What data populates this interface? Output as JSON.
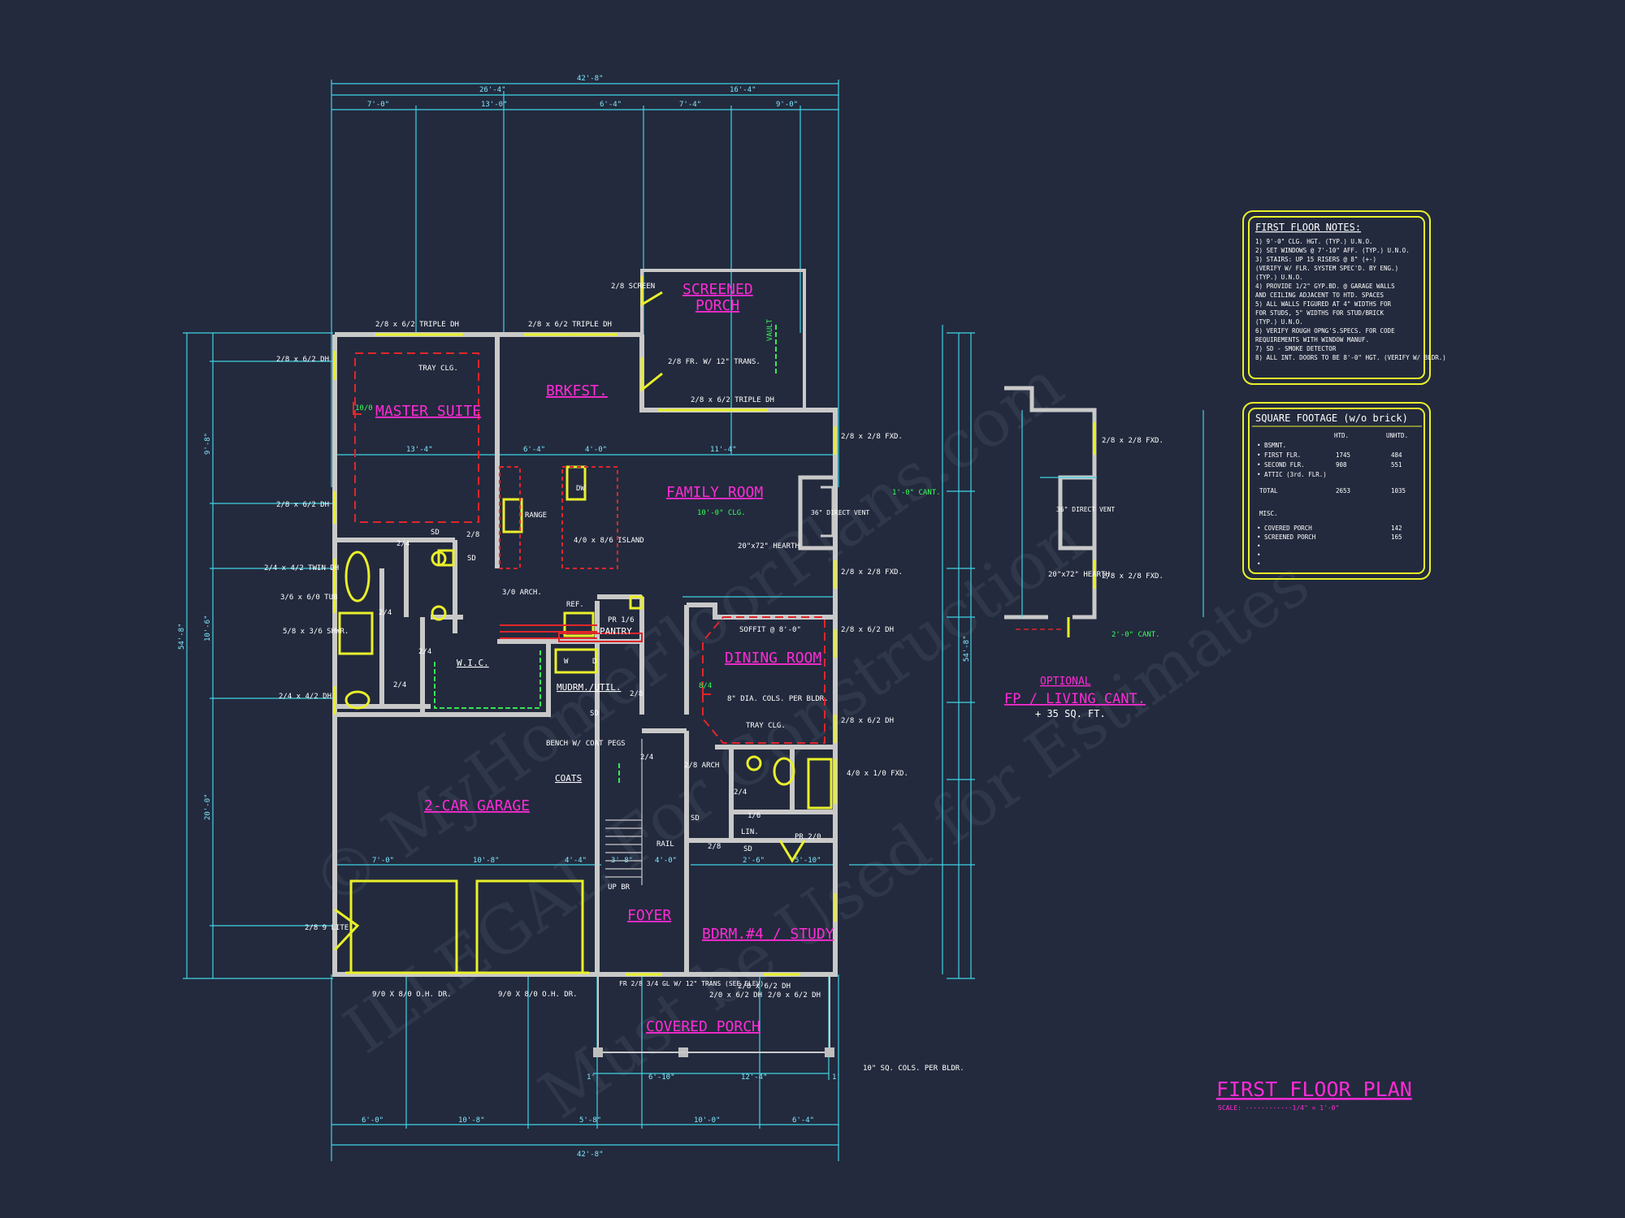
{
  "title": {
    "text": "FIRST FLOOR PLAN",
    "scale": "SCALE: ············1/4\" = 1'-0\""
  },
  "watermark": [
    "© MyHomeFloorPlans.com",
    "ILLEGAL For Construction",
    "Must be Used for Estimates"
  ],
  "rooms": {
    "master": "MASTER SUITE",
    "brkfst": "BRKFST.",
    "screened1": "SCREENED",
    "screened2": "PORCH",
    "family": "FAMILY ROOM",
    "dining": "DINING ROOM",
    "garage": "2-CAR GARAGE",
    "foyer": "FOYER",
    "bdrm": "BDRM.#4 / STUDY",
    "covered": "COVERED PORCH",
    "mudrm": "MUDRM./UTIL.",
    "wic": "W.I.C.",
    "pantry": "PANTRY",
    "coats": "COATS",
    "optional": "OPTIONAL",
    "fp": "FP / LIVING CANT."
  },
  "dims": {
    "top_total": "42'-8\"",
    "top_a": "26'-4\"",
    "top_b": "16'-4\"",
    "top_c": "7'-0\"",
    "top_d": "13'-0\"",
    "top_e": "6'-4\"",
    "top_f": "7'-4\"",
    "top_g": "9'-0\"",
    "bot_total": "42'-8\"",
    "bot_a": "6'-0\"",
    "bot_b": "10'-8\"",
    "bot_c": "5'-8\"",
    "bot_d": "10'-0\"",
    "bot_e": "6'-4\"",
    "porch_a": "6'-10\"",
    "porch_b": "12'-4\"",
    "porch_c": "1'",
    "porch_d": "1'",
    "left_total": "54'-8\"",
    "right_total": "54'-8\"",
    "left_a": "20'-0\"",
    "left_b": "10'-6\"",
    "left_c": "9'-8\"",
    "master_w": "13'-4\"",
    "brk_a": "6'-4\"",
    "brk_b": "4'-0\"",
    "fam_w": "11'-4\"",
    "gar_a": "7'-0\"",
    "gar_b": "10'-8\"",
    "gar_c": "4'-4\"",
    "gar_d": "3'-8\"",
    "gar_e": "4'-0\"",
    "bd_a": "2'-6\"",
    "bd_b": "5'-10\""
  },
  "labels": {
    "tdh1": "2/8 x 6/2 TRIPLE DH",
    "tdh2": "2/8 x 6/2 TRIPLE DH",
    "tdh3": "2/8 x 6/2 TRIPLE DH",
    "dh1": "2/8 x 6/2 DH",
    "dh2": "2/8 x 6/2 DH",
    "twin": "2/4 x 4/2 TWIN DH",
    "dh42": "2/4 x 4/2 DH",
    "fxd1": "2/8 x 2/8 FXD.",
    "fxd2": "2/8 x 2/8 FXD.",
    "dh3": "2/8 x 6/2 DH",
    "dh4": "2/8 x 6/2 DH",
    "fxd3": "4/0 x 1/0 FXD.",
    "tray1": "TRAY CLG.",
    "tray2": "TRAY CLG.",
    "range": "RANGE",
    "island": "4/0 x 8/6 ISLAND",
    "dw": "DW",
    "arch1": "3/0 ARCH.",
    "arch2": "2/8 ARCH",
    "ref": "REF.",
    "pr16": "PR 1/6",
    "screen": "2/8 SCREEN",
    "fr": "2/8 FR. W/ 12\" TRANS.",
    "vault": "VAULT",
    "clg": "10'-0\" CLG.",
    "cant": "1'-0\" CANT.",
    "vent": "36\" DIRECT VENT",
    "hearth": "20\"x72\" HEARTH",
    "soffit": "SOFFIT @ 8'-0\"",
    "cols": "8\" DIA. COLS. PER BLDR.",
    "bench": "BENCH W/ COAT PEGS",
    "rail": "RAIL",
    "upbr": "UP BR",
    "tub": "3/6 x 6/0 TUB",
    "shwr": "5/8 x 3/6 SHWR.",
    "lite": "2/8 9 LITE",
    "ohdr1": "9/0 X 8/0 O.H. DR.",
    "ohdr2": "9/0 X 8/0 O.H. DR.",
    "frdoor": "FR 2/8 3/4 GL W/ 12\" TRANS (SEE ELEV)",
    "dh5": "2/8 x 6/2 DH",
    "dh6": "2/0 x 6/2 DH",
    "dh7": "2/0 x 6/2 DH",
    "sqcols": "10\" SQ. COLS. PER BLDR.",
    "lin": "LIN.",
    "pr20": "PR 2/0",
    "sqft_opt": "+ 35 SQ. FT.",
    "opt_fxd1": "2/8 x 2/8 FXD.",
    "opt_fxd2": "2/8 x 2/8 FXD.",
    "opt_cant": "2'-0\" CANT.",
    "opt_vent": "36\" DIRECT VENT",
    "opt_hearth": "20\"x72\" HEARTH",
    "sd": "SD",
    "w": "W",
    "d": "D",
    "d24": "2/4",
    "d28": "2/8",
    "d14": "1/6",
    "d10": "10/0",
    "d9": "8/4"
  },
  "notes": {
    "title": "FIRST FLOOR NOTES:",
    "items": [
      "1) 9'-0\" CLG. HGT. (TYP.) U.N.O.",
      "2) SET WINDOWS @ 7'-10\" AFF. (TYP.) U.N.O.",
      "3) STAIRS: UP 15 RISERS @ 8\" (+-)",
      "   (VERIFY W/ FLR. SYSTEM SPEC'D. BY ENG.)",
      "   (TYP.) U.N.O.",
      "4) PROVIDE 1/2\" GYP.BD. @ GARAGE WALLS",
      "   AND CEILING ADJACENT TO HTD. SPACES",
      "5) ALL WALLS FIGURED AT 4\" WIDTHS FOR",
      "   FOR STUDS, 5\" WIDTHS FOR STUD/BRICK",
      "   (TYP.) U.N.O.",
      "6) VERIFY ROUGH OPNG'S.SPECS. FOR CODE",
      "   REQUIREMENTS WITH WINDOW MANUF.",
      "7) SD - SMOKE DETECTOR",
      "8) ALL INT. DOORS TO BE 8'-0\" HGT. (VERIFY W/ BLDR.)"
    ]
  },
  "sqft": {
    "title": "SQUARE FOOTAGE (w/o brick)",
    "col_htd": "HTD.",
    "col_unhtd": "UNHTD.",
    "rows": [
      {
        "label": "• BSMNT.",
        "htd": "",
        "unhtd": ""
      },
      {
        "label": "• FIRST FLR.",
        "htd": "1745",
        "unhtd": "484"
      },
      {
        "label": "• SECOND FLR.",
        "htd": "908",
        "unhtd": "551"
      },
      {
        "label": "• ATTIC (3rd. FLR.)",
        "htd": "",
        "unhtd": ""
      }
    ],
    "total": {
      "label": "TOTAL",
      "htd": "2653",
      "unhtd": "1035"
    },
    "misc_title": "MISC.",
    "misc": [
      {
        "label": "• COVERED PORCH",
        "val": "142"
      },
      {
        "label": "• SCREENED PORCH",
        "val": "165"
      },
      {
        "label": "•",
        "val": ""
      },
      {
        "label": "•",
        "val": ""
      },
      {
        "label": "•",
        "val": ""
      }
    ]
  },
  "colors": {
    "background": "#232a3d",
    "dim": "#7fe8ff",
    "wall": "#c9c9c9",
    "room": "#ff2bd6",
    "accent": "#e9f02a",
    "red": "#e0262b",
    "green": "#39ff5a"
  }
}
